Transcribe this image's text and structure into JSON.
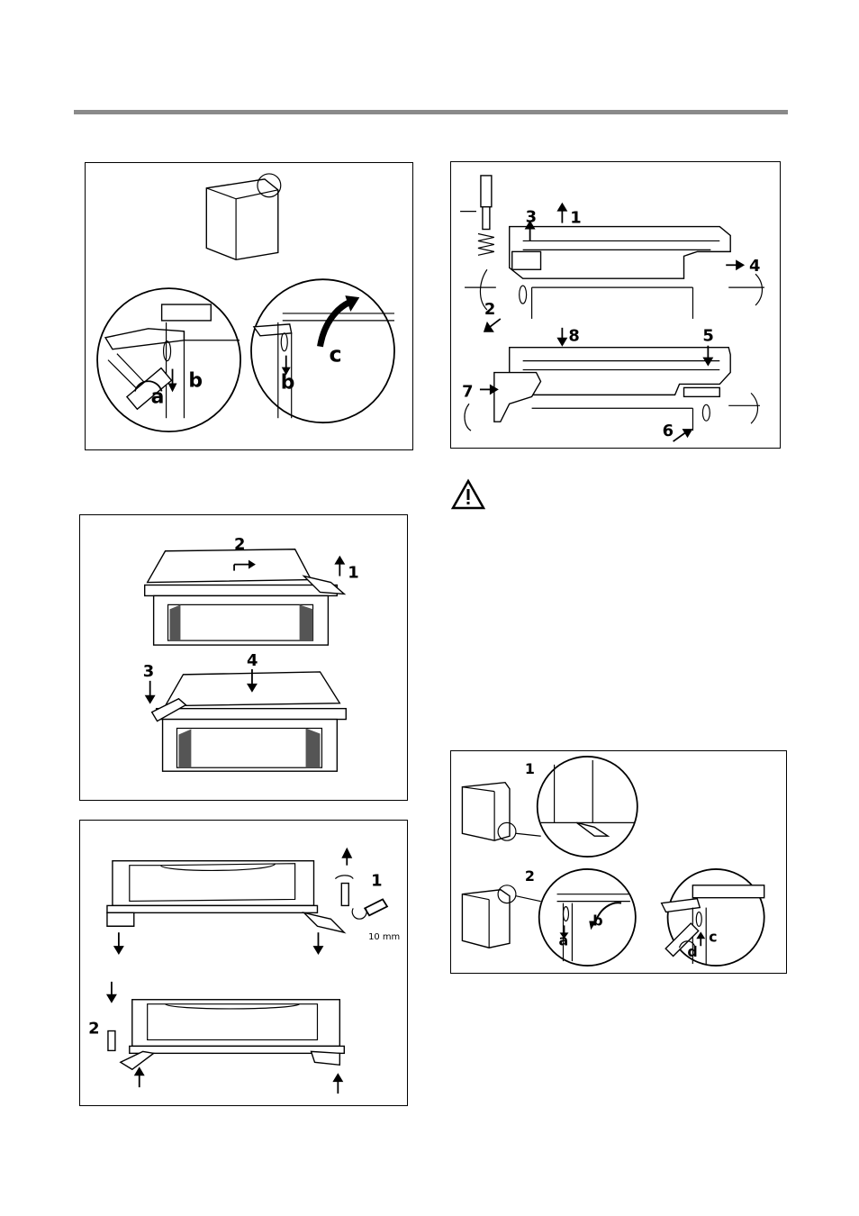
{
  "figures": {
    "top_left": {
      "labels": {
        "a": "a",
        "b1": "b",
        "b2": "b",
        "c": "c"
      }
    },
    "top_right": {
      "labels": {
        "n1": "1",
        "n2": "2",
        "n3": "3",
        "n4": "4",
        "n5": "5",
        "n6": "6",
        "n7": "7",
        "n8": "8"
      }
    },
    "mid_left": {
      "labels": {
        "n1": "1",
        "n2": "2",
        "n3": "3",
        "n4": "4"
      }
    },
    "bottom_left": {
      "labels": {
        "n1": "1",
        "n2": "2",
        "wrench_size": "10 mm"
      }
    },
    "bottom_right": {
      "labels": {
        "n1": "1",
        "n2": "2",
        "a": "a",
        "b": "b",
        "c": "c",
        "d": "d"
      }
    }
  },
  "icons": {
    "warning": "warning-triangle-icon"
  },
  "colors": {
    "rule": "#8a8a8a",
    "ink": "#000000"
  }
}
